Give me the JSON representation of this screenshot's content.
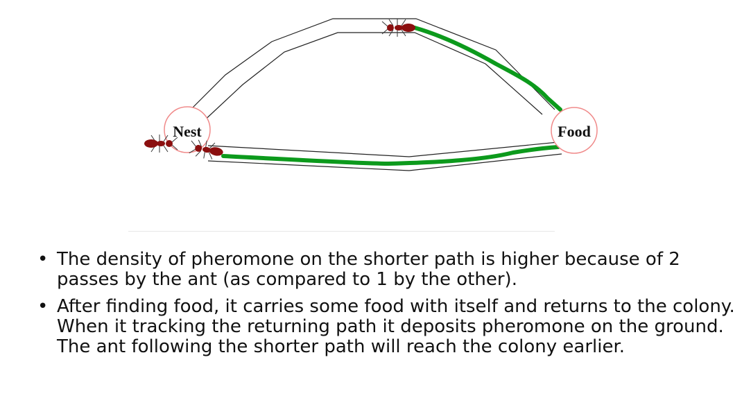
{
  "diagram": {
    "nest_label": "Nest",
    "food_label": "Food",
    "colors": {
      "pheromone": "#0c9a1c",
      "ant_body": "#8b0f0f",
      "node_border": "#f08a8a",
      "path_outline": "#222222"
    }
  },
  "bullets": [
    "The density of pheromone on the shorter path is higher because of 2 passes by the ant (as compared to 1 by the other).",
    "After finding food, it carries some food with itself and returns to the colony. When it tracking the returning path it deposits pheromone on the ground. The ant following the shorter path will reach the colony earlier."
  ]
}
